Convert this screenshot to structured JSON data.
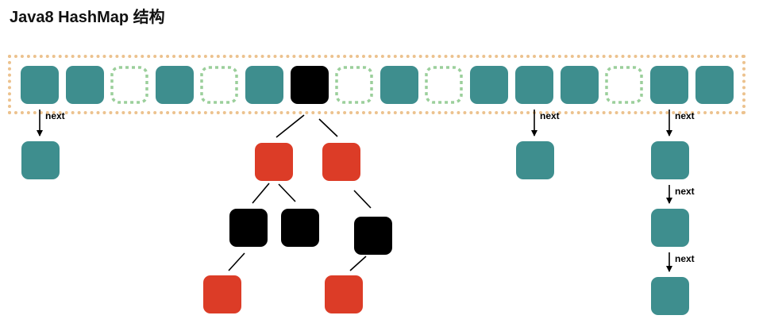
{
  "title": "Java8 HashMap 结构",
  "colors": {
    "node": "#3e8e8e",
    "red_node": "#dc3c27",
    "black_node": "#000000",
    "empty_bucket": "#9bcf9b",
    "array_border": "#ecc28e"
  },
  "array": {
    "buckets": [
      {
        "state": "filled"
      },
      {
        "state": "filled"
      },
      {
        "state": "empty"
      },
      {
        "state": "filled"
      },
      {
        "state": "empty"
      },
      {
        "state": "filled"
      },
      {
        "state": "tree-root"
      },
      {
        "state": "empty"
      },
      {
        "state": "filled"
      },
      {
        "state": "empty"
      },
      {
        "state": "filled"
      },
      {
        "state": "filled"
      },
      {
        "state": "filled"
      },
      {
        "state": "empty"
      },
      {
        "state": "filled"
      },
      {
        "state": "filled"
      }
    ]
  },
  "next_label": "next",
  "linked_lists": [
    {
      "bucket_index": 0,
      "extra_nodes": 1
    },
    {
      "bucket_index": 11,
      "extra_nodes": 1
    },
    {
      "bucket_index": 14,
      "extra_nodes": 3
    }
  ],
  "red_black_tree": {
    "root_bucket_index": 6,
    "nodes": [
      {
        "id": "r1",
        "color": "red",
        "parent": "root"
      },
      {
        "id": "r2",
        "color": "red",
        "parent": "root"
      },
      {
        "id": "b1",
        "color": "black",
        "parent": "r1"
      },
      {
        "id": "b2",
        "color": "black",
        "parent": "r1"
      },
      {
        "id": "b3",
        "color": "black",
        "parent": "r2"
      },
      {
        "id": "r3",
        "color": "red",
        "parent": "b1"
      },
      {
        "id": "r4",
        "color": "red",
        "parent": "b3"
      }
    ]
  }
}
